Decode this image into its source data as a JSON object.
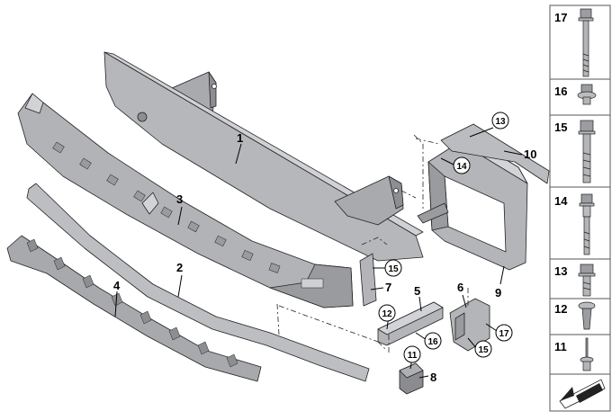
{
  "diagram": {
    "callouts": {
      "c1": "1",
      "c2": "2",
      "c3": "3",
      "c4": "4",
      "c5": "5",
      "c6": "6",
      "c7": "7",
      "c8": "8",
      "c9": "9",
      "c10": "10",
      "c11": "11",
      "c12": "12",
      "c13": "13",
      "c14": "14",
      "c15a": "15",
      "c15b": "15",
      "c16": "16",
      "c17": "17"
    }
  },
  "legend": {
    "items": [
      {
        "number": "17",
        "part_icon": "long-hex-bolt-icon"
      },
      {
        "number": "16",
        "part_icon": "flange-nut-icon"
      },
      {
        "number": "15",
        "part_icon": "hex-bolt-icon"
      },
      {
        "number": "14",
        "part_icon": "hex-collar-bolt-icon"
      },
      {
        "number": "13",
        "part_icon": "short-hex-bolt-icon"
      },
      {
        "number": "12",
        "part_icon": "expanding-rivet-icon"
      },
      {
        "number": "11",
        "part_icon": "blind-rivet-icon"
      }
    ],
    "footer_icon": "arrow-reference-icon"
  },
  "colors": {
    "part_fill": "#b4b5b8",
    "part_dark": "#8b8c90",
    "part_light": "#d4d5d8",
    "outline": "#222222",
    "frame": "#555555"
  }
}
